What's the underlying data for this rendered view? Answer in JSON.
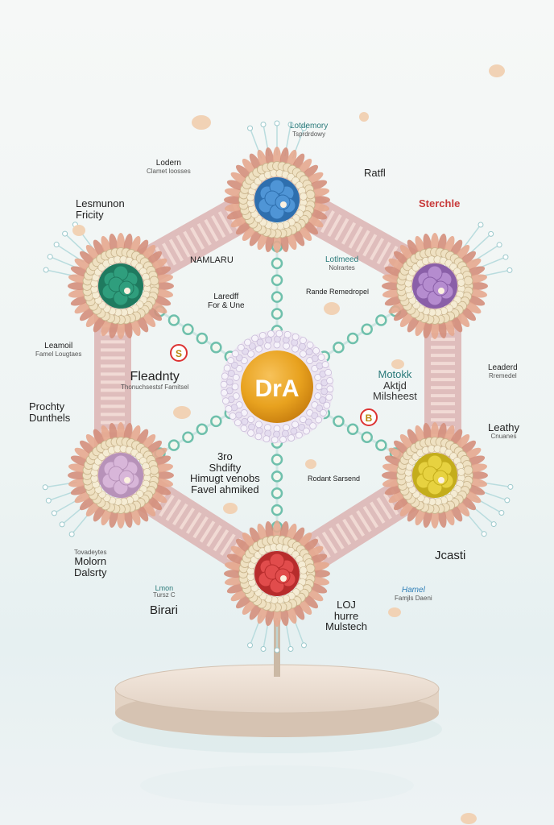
{
  "center": {
    "title": "DrA",
    "accent": "#e8a21f"
  },
  "clusters": [
    {
      "name": "top",
      "color": "#4f95d6",
      "dark": "#2e6fae"
    },
    {
      "name": "upper-right",
      "color": "#b58ccf",
      "dark": "#8a5fa8"
    },
    {
      "name": "lower-right",
      "color": "#e7d240",
      "dark": "#c4ad1c"
    },
    {
      "name": "bottom",
      "color": "#e14c4c",
      "dark": "#b72c2c"
    },
    {
      "name": "lower-left",
      "color": "#d8b6d9",
      "dark": "#b792b9"
    },
    {
      "name": "upper-left",
      "color": "#2f9e7d",
      "dark": "#1f7a5f"
    }
  ],
  "labels": {
    "l1": {
      "big": "Lotdemory",
      "small": "Tsprdrdowy"
    },
    "l2": {
      "big": "Lodern",
      "small": "Clamet loosses"
    },
    "l3": {
      "big": "Ratfl"
    },
    "l4": {
      "big": "Sterchle"
    },
    "l5": {
      "big": "Lesmunon"
    },
    "l6": {
      "big": "Fricity"
    },
    "l7": {
      "big": "NAMLARU"
    },
    "l8": {
      "big": "Lotlmeed",
      "small": "Nolrartes"
    },
    "l9": {
      "big": "Laredff"
    },
    "l10": {
      "big": "For & Une"
    },
    "l11": {
      "big": "Rande Remedropel"
    },
    "l12": {
      "big": "Leamoil",
      "small": "Famel Lougtaes"
    },
    "l13": {
      "big": "Fleadnty",
      "small": "Thonuchsestsf Famitsel"
    },
    "l14": {
      "big": "Motokk"
    },
    "l15": {
      "big": "Aktjd"
    },
    "l16": {
      "big": "Milsheest"
    },
    "l17": {
      "big": "Leaderd",
      "small": "Rremedel"
    },
    "l18": {
      "big": "Prochty"
    },
    "l19": {
      "big": "Dunthels"
    },
    "l20": {
      "big": "Leathy",
      "small": "Cnuanes"
    },
    "l21": {
      "big": "3ro"
    },
    "l22": {
      "big": "Shdifty"
    },
    "l23": {
      "big": "Himugt venobs"
    },
    "l24": {
      "big": "Favel ahmiked"
    },
    "l25": {
      "big": "Rodant Sarsend"
    },
    "l26": {
      "big": "Molorn",
      "small": "Dalsrty"
    },
    "l27": {
      "small": "Tovadeytes"
    },
    "l28": {
      "big": "Jcasti"
    },
    "l29": {
      "big": "Lmon",
      "small": "Tursz C"
    },
    "l30": {
      "big": "Birari"
    },
    "l31": {
      "big": "LOJ"
    },
    "l32": {
      "big": "hurre"
    },
    "l33": {
      "big": "Mulstech"
    },
    "l34": {
      "big": "Hamel",
      "small": "Famjls Daeni"
    }
  },
  "badges": {
    "b1": "S",
    "b2": "B"
  }
}
